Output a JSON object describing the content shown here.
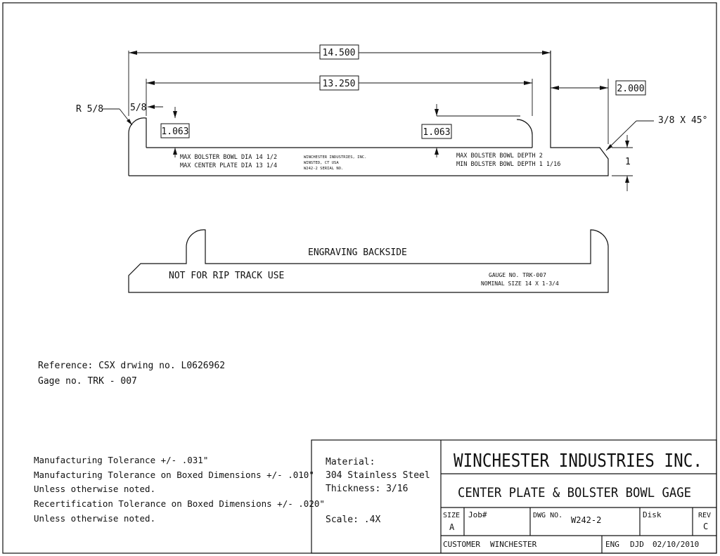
{
  "dimensions": {
    "overall_length": "14.500",
    "inner_length": "13.250",
    "step_width": "2.000",
    "center_plate_height_left": "1.063",
    "center_plate_height_right": "1.063",
    "radius": "R 5/8",
    "left_offset": "5/8",
    "chamfer": "3/8 X 45°",
    "thickness_dim": "1"
  },
  "notes": {
    "left_1": "MAX BOLSTER BOWL DIA  14 1/2",
    "left_2": "MAX CENTER PLATE DIA  13 1/4",
    "maker_1": "WINCHESTER INDUSTRIES, INC.",
    "maker_2": "WINSTED, CT USA",
    "maker_3": "W242-2 SERIAL NO.",
    "right_1": "MAX BOLSTER BOWL DEPTH 2",
    "right_2": "MIN BOLSTER BOWL DEPTH 1 1/16"
  },
  "backside": {
    "title": "ENGRAVING BACKSIDE",
    "warning": "NOT FOR RIP TRACK USE",
    "gauge_no": "GAUGE NO. TRK-007",
    "nominal_size": "NOMINAL SIZE  14 X 1-3/4"
  },
  "reference": {
    "line_1": "Reference: CSX drwing no. L0626962",
    "line_2": "Gage no. TRK - 007"
  },
  "tolerances": [
    "Manufacturing Tolerance +/- .031\"",
    "Manufacturing Tolerance on Boxed Dimensions +/- .010\"",
    "Unless otherwise noted.",
    "Recertification Tolerance on Boxed Dimensions +/- .020\"",
    "Unless otherwise noted."
  ],
  "title_block": {
    "material_label": "Material:",
    "material": "304 Stainless Steel",
    "thickness": "Thickness: 3/16",
    "scale": "Scale: .4X",
    "company": "WINCHESTER INDUSTRIES INC.",
    "part_name": "CENTER PLATE & BOLSTER BOWL GAGE",
    "size_label": "SIZE",
    "size": "A",
    "job_label": "Job#",
    "dwg_label": "DWG NO.",
    "dwg_no": "W242-2",
    "disk_label": "Disk",
    "rev_label": "REV",
    "rev": "C",
    "customer_label": "CUSTOMER",
    "customer": "WINCHESTER",
    "eng_label": "ENG",
    "eng": "DJD",
    "date": "02/10/2010"
  }
}
